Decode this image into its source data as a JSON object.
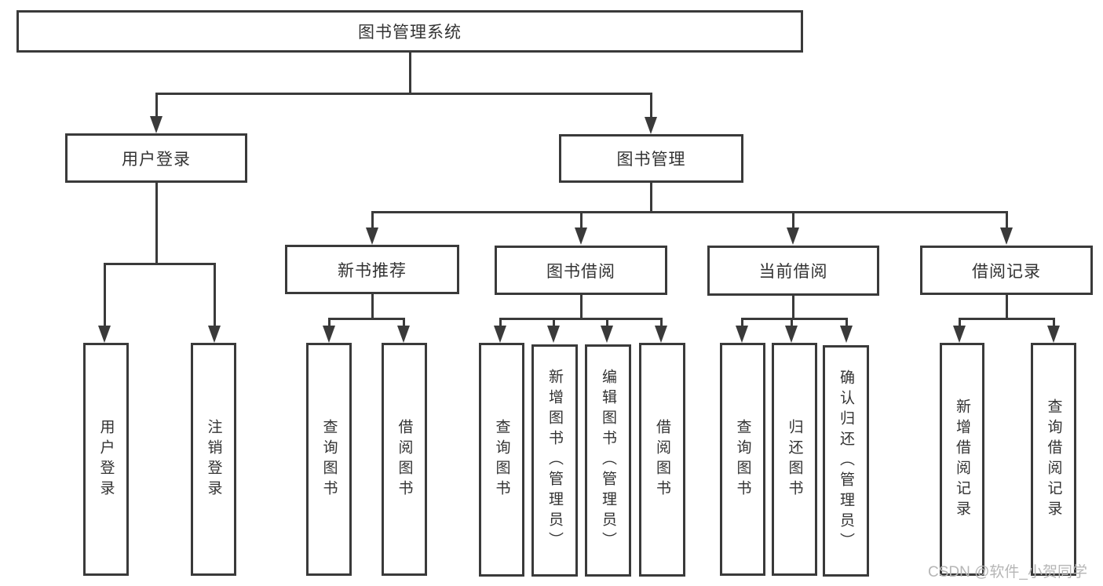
{
  "diagram": {
    "type": "hierarchy-tree",
    "root": "图书管理系统",
    "user_login": "用户登录",
    "book_mgmt": "图书管理",
    "user_login_children": [
      "用户登录",
      "注销登录"
    ],
    "l3": [
      "新书推荐",
      "图书借阅",
      "当前借阅",
      "借阅记录"
    ],
    "new_book_children": [
      "查询图书",
      "借阅图书"
    ],
    "borrow_children": [
      "查询图书",
      "新增图书（管理员）",
      "编辑图书（管理员）",
      "借阅图书"
    ],
    "current_children": [
      "查询图书",
      "归还图书",
      "确认归还（管理员）"
    ],
    "record_children": [
      "新增借阅记录",
      "查询借阅记录"
    ]
  },
  "watermark": "CSDN @软件_小贺同学",
  "colors": {
    "line": "#3a3a3a",
    "text": "#333333",
    "watermark": "#b6b6b6",
    "background": "#ffffff"
  }
}
